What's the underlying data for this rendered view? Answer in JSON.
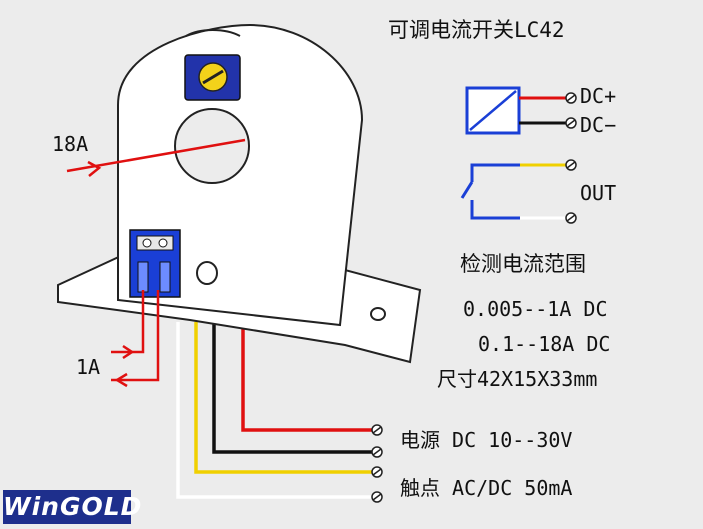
{
  "title": "可调电流开关LC42",
  "terminals": {
    "dc_plus": "DC+",
    "dc_minus": "DC−",
    "out": "OUT"
  },
  "range": {
    "heading": "检测电流范围",
    "line1": "0.005--1A DC",
    "line2": "0.1--18A DC"
  },
  "size": "尺寸42X15X33mm",
  "wires": {
    "power": "电源 DC 10--30V",
    "contact": "触点 AC/DC 50mA"
  },
  "currents": {
    "high": "18A",
    "low": "1A"
  },
  "logo": "WinGOLD",
  "colors": {
    "red": "#e01010",
    "black": "#111111",
    "yellow": "#f0d000",
    "white": "#ffffff",
    "blue": "#1a3fd6"
  }
}
